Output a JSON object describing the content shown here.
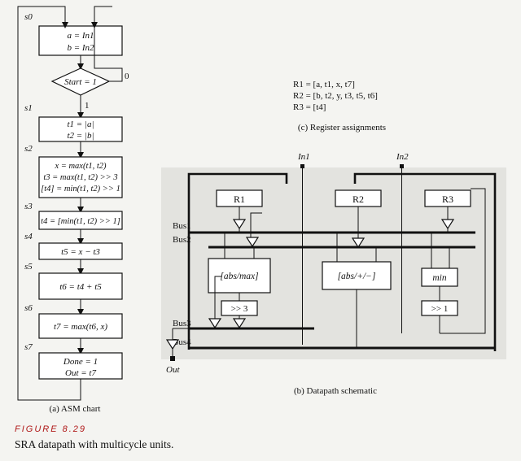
{
  "asm": {
    "caption": "(a)  ASM chart",
    "decision_yes": "1",
    "decision_no": "0",
    "decision": [
      "Start = 1"
    ],
    "states": [
      {
        "name": "s0",
        "lines": [
          "a = In1",
          "b = In2"
        ]
      },
      {
        "name": "s1",
        "lines": [
          "t1 = |a|",
          "t2 = |b|"
        ]
      },
      {
        "name": "s2",
        "lines": [
          "x = max(t1, t2)",
          "t3 = max(t1, t2) >> 3",
          "[t4] = min(t1, t2) >> 1"
        ]
      },
      {
        "name": "s3",
        "lines": [
          "t4 = [min(t1, t2) >> 1]"
        ]
      },
      {
        "name": "s4",
        "lines": [
          "t5 = x − t3"
        ]
      },
      {
        "name": "s5",
        "lines": [
          "t6 = t4 + t5"
        ]
      },
      {
        "name": "s6",
        "lines": [
          "t7 = max(t6, x)"
        ]
      },
      {
        "name": "s7",
        "lines": [
          "Done = 1",
          "Out = t7"
        ]
      }
    ]
  },
  "registers": {
    "caption": "(c)  Register assignments",
    "lines": [
      "R1 = [a, t1, x, t7]",
      "R2 = [b, t2, y, t3, t5, t6]",
      "R3 = [t4]"
    ]
  },
  "datapath": {
    "caption": "(b)  Datapath schematic",
    "inputs": [
      "In1",
      "In2"
    ],
    "output": "Out",
    "registers": [
      "R1",
      "R2",
      "R3"
    ],
    "buses": [
      "Bus1",
      "Bus2",
      "Bus3",
      "Bus4"
    ],
    "units": [
      "[abs/max]",
      "[abs/+/−]",
      "min"
    ],
    "shifters": [
      ">> 3",
      ">> 1"
    ]
  },
  "figure": {
    "label": "FIGURE 8.29",
    "caption": "SRA datapath with multicycle units."
  }
}
